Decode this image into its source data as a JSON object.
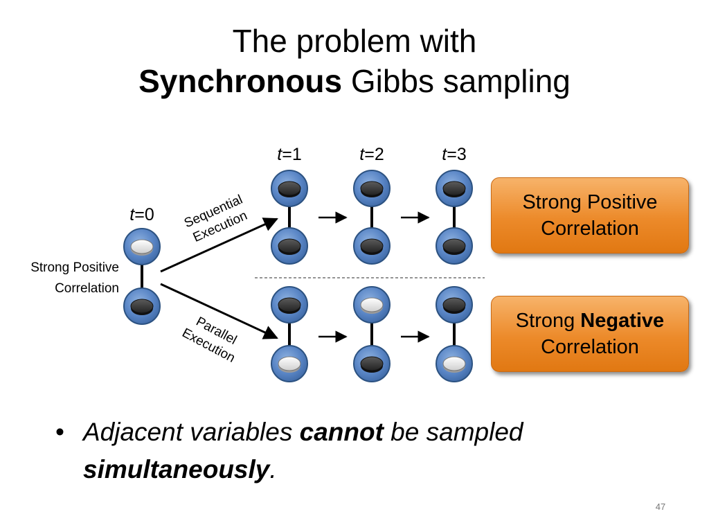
{
  "title": {
    "line1": "The problem with",
    "line2_bold": "Synchronous",
    "line2_rest": " Gibbs sampling"
  },
  "diagram": {
    "t0_label": {
      "italic": "t",
      "rest": "=0"
    },
    "time_labels": [
      {
        "italic": "t",
        "rest": "=1"
      },
      {
        "italic": "t",
        "rest": "=2"
      },
      {
        "italic": "t",
        "rest": "=3"
      }
    ],
    "side_label": {
      "line1": "Strong Positive",
      "line2": "Correlation"
    },
    "sequential_label": {
      "line1": "Sequential",
      "line2": "Execution"
    },
    "parallel_label": {
      "line1": "Parallel",
      "line2": "Execution"
    },
    "node_states": {
      "t0": [
        "light",
        "dark"
      ],
      "sequential": [
        [
          "dark",
          "dark"
        ],
        [
          "dark",
          "dark"
        ],
        [
          "dark",
          "dark"
        ]
      ],
      "parallel": [
        [
          "dark",
          "light"
        ],
        [
          "light",
          "dark"
        ],
        [
          "dark",
          "light"
        ]
      ]
    },
    "colors": {
      "node_outer": "#4f7fc0",
      "node_border": "#2c5281",
      "disk_dark": "#3a3a3a",
      "disk_light": "#f2f2f2",
      "badge_orange": "#ec8a2a"
    }
  },
  "badges": {
    "top": {
      "line1": "Strong Positive",
      "line2": "Correlation"
    },
    "bottom": {
      "line1_plain": "Strong ",
      "line1_bold": "Negative",
      "line2": "Correlation"
    }
  },
  "bullet": {
    "marker": "•",
    "part1": "Adjacent variables ",
    "part2_bold": "cannot",
    "part3": " be sampled",
    "part4_bold": "simultaneously",
    "part5": "."
  },
  "page_number": "47"
}
